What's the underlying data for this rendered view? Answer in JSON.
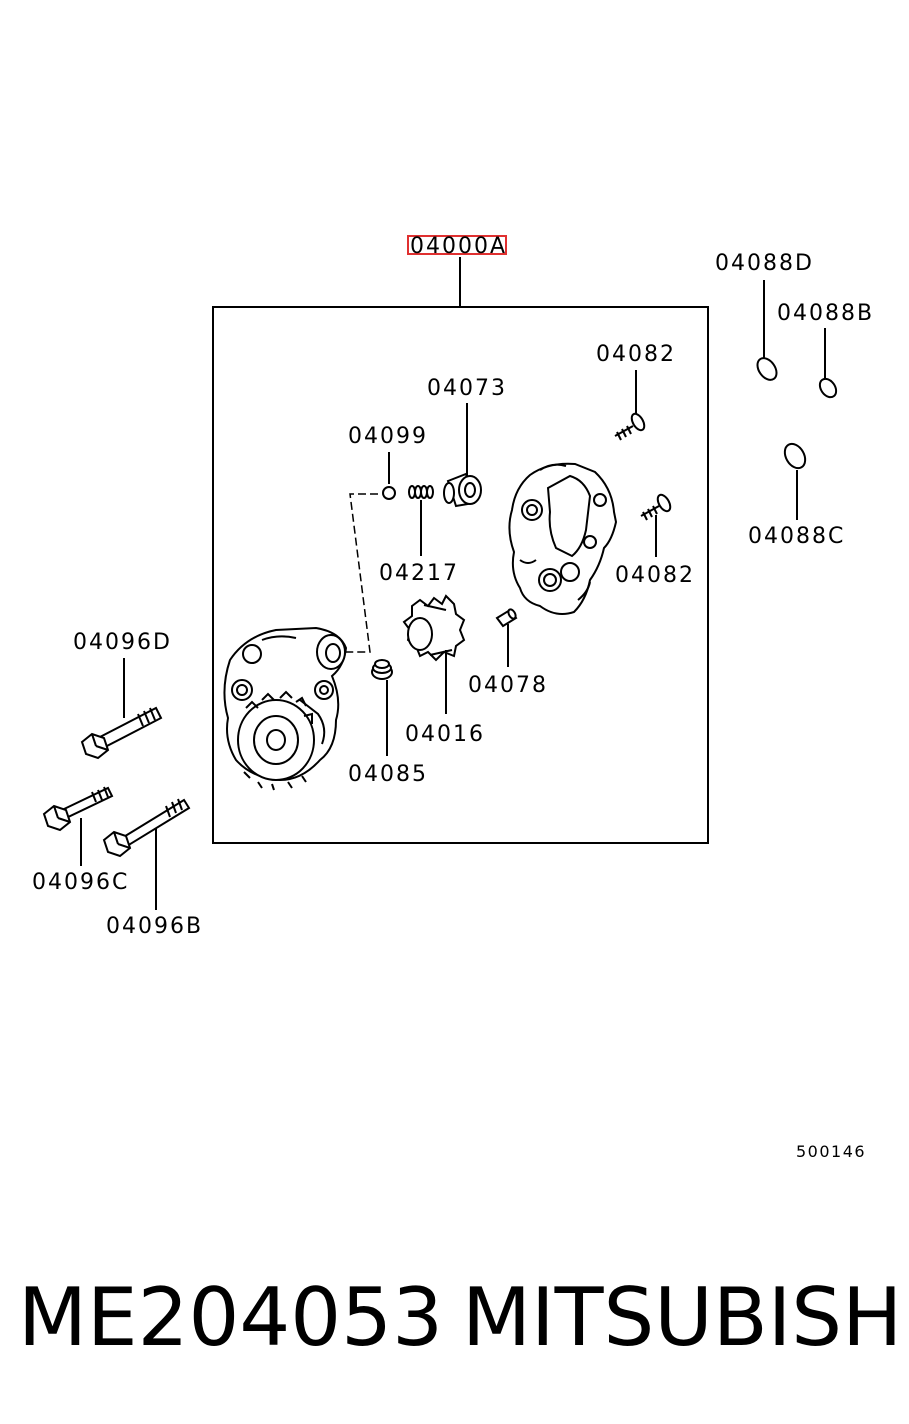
{
  "assembly_label": "04000A",
  "highlight_color": "#e03030",
  "callouts": {
    "c04088D": "04088D",
    "c04088B": "04088B",
    "c04088C": "04088C",
    "c04082a": "04082",
    "c04082b": "04082",
    "c04073": "04073",
    "c04099": "04099",
    "c04217": "04217",
    "c04078": "04078",
    "c04016": "04016",
    "c04085": "04085",
    "c04096D": "04096D",
    "c04096C": "04096C",
    "c04096B": "04096B"
  },
  "ref_number": "500146",
  "footer": {
    "part_number": "ME204053",
    "brand": "MITSUBISHI"
  }
}
